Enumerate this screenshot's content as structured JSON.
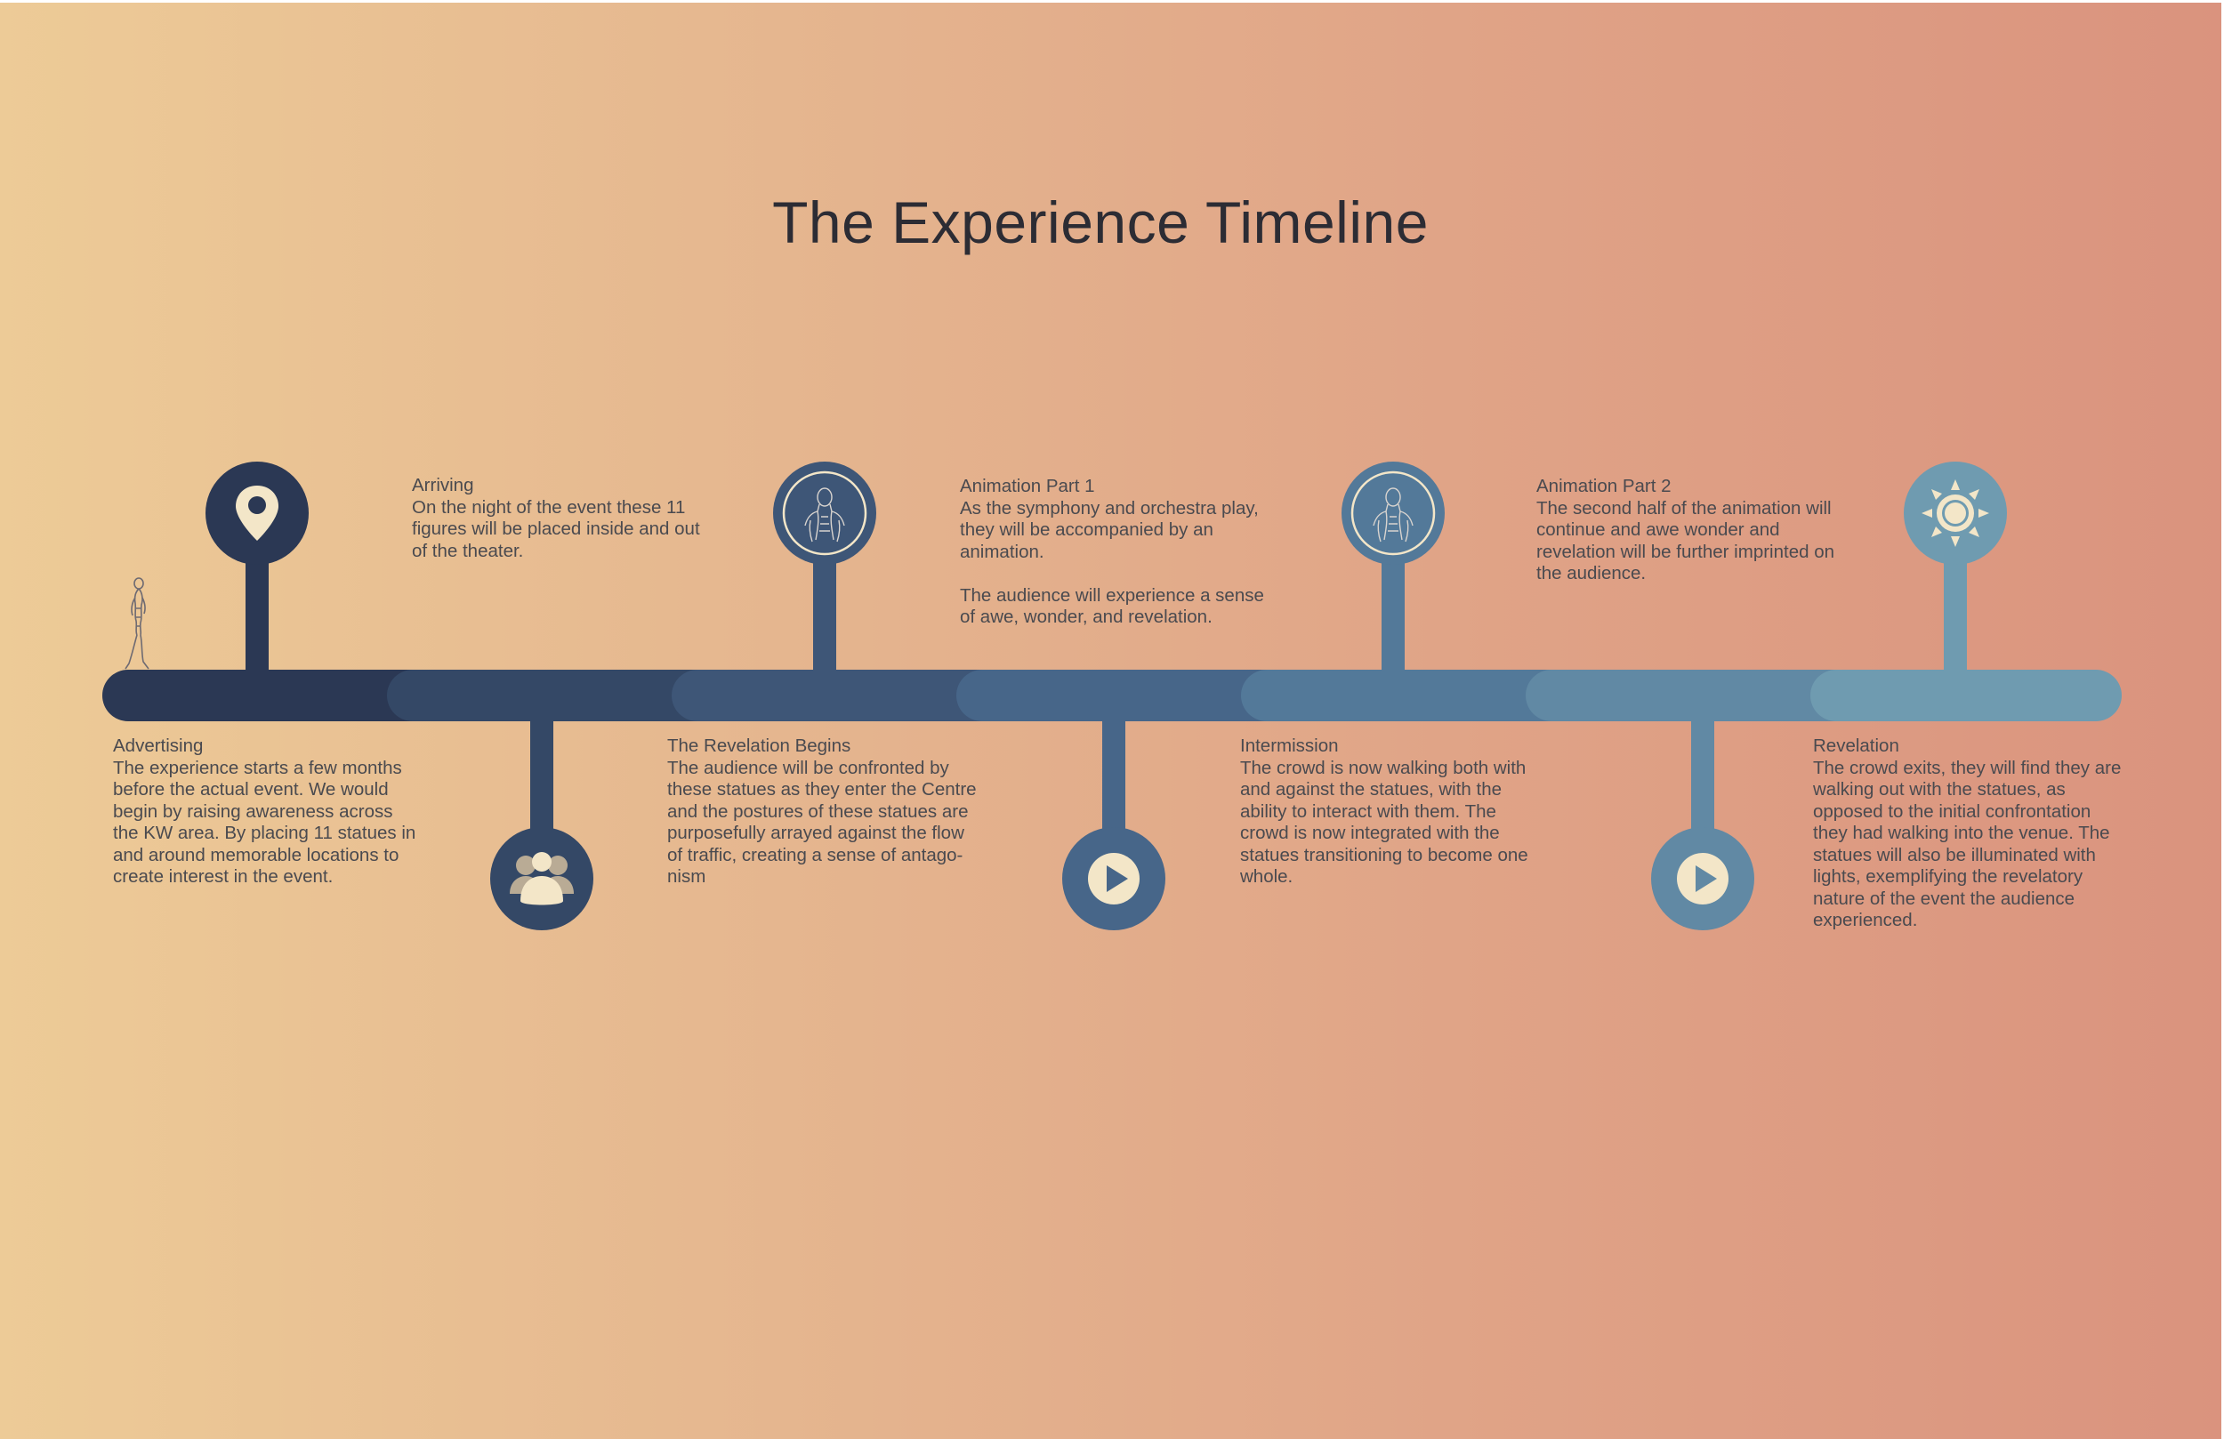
{
  "title": "The Experience Timeline",
  "colors": {
    "seg1": "#2b3854",
    "seg2": "#344866",
    "seg3": "#3e5677",
    "seg4": "#476689",
    "seg5": "#537999",
    "seg6": "#6189a4",
    "seg7": "#6f9bb0",
    "icon_fill": "#f3e6c8"
  },
  "top_items": [
    {
      "title": "Arriving",
      "body": "On the night of the event these 11\nfigures will be placed inside and out\nof the theater.",
      "icon": "location-pin-icon"
    },
    {
      "title": "Animation Part 1",
      "body": "As the symphony and orchestra play,\nthey will be accompanied by an\nanimation.\n\nThe audience will experience a sense\nof awe, wonder, and revelation.",
      "icon": "statue-portrait-icon"
    },
    {
      "title": "Animation Part 2",
      "body": "The second half of the animation will\ncontinue and awe wonder and\nrevelation will be further imprinted on\nthe audience.",
      "icon": "statue-portrait-icon"
    }
  ],
  "bottom_items": [
    {
      "title": "Advertising",
      "body": "The experience starts a few months\nbefore the actual event. We would\nbegin by raising awareness across\nthe KW area. By placing 11 statues in\nand around memorable locations to\ncreate interest in the event.",
      "icon": "people-group-icon"
    },
    {
      "title": "The Revelation Begins",
      "body": "The audience will be confronted by\nthese statues as they enter the Centre\nand the postures of these statues are\npurposefully arrayed against the flow\nof traffic, creating a sense of antago-\nnism",
      "icon": "play-icon"
    },
    {
      "title": "Intermission",
      "body": "The crowd is now walking both with\nand against the statues, with the\nability to interact with them. The\ncrowd is now integrated with the\nstatues transitioning to become one\nwhole.",
      "icon": "play-icon"
    },
    {
      "title": "Revelation",
      "body": "The crowd exits, they will find they are\nwalking out with the statues, as\nopposed to the initial confrontation\nthey had walking into the venue. The\nstatues will also be illuminated with\nlights, exemplifying the revelatory\nnature of the event the audience\nexperienced.",
      "icon": "sun-icon"
    }
  ]
}
